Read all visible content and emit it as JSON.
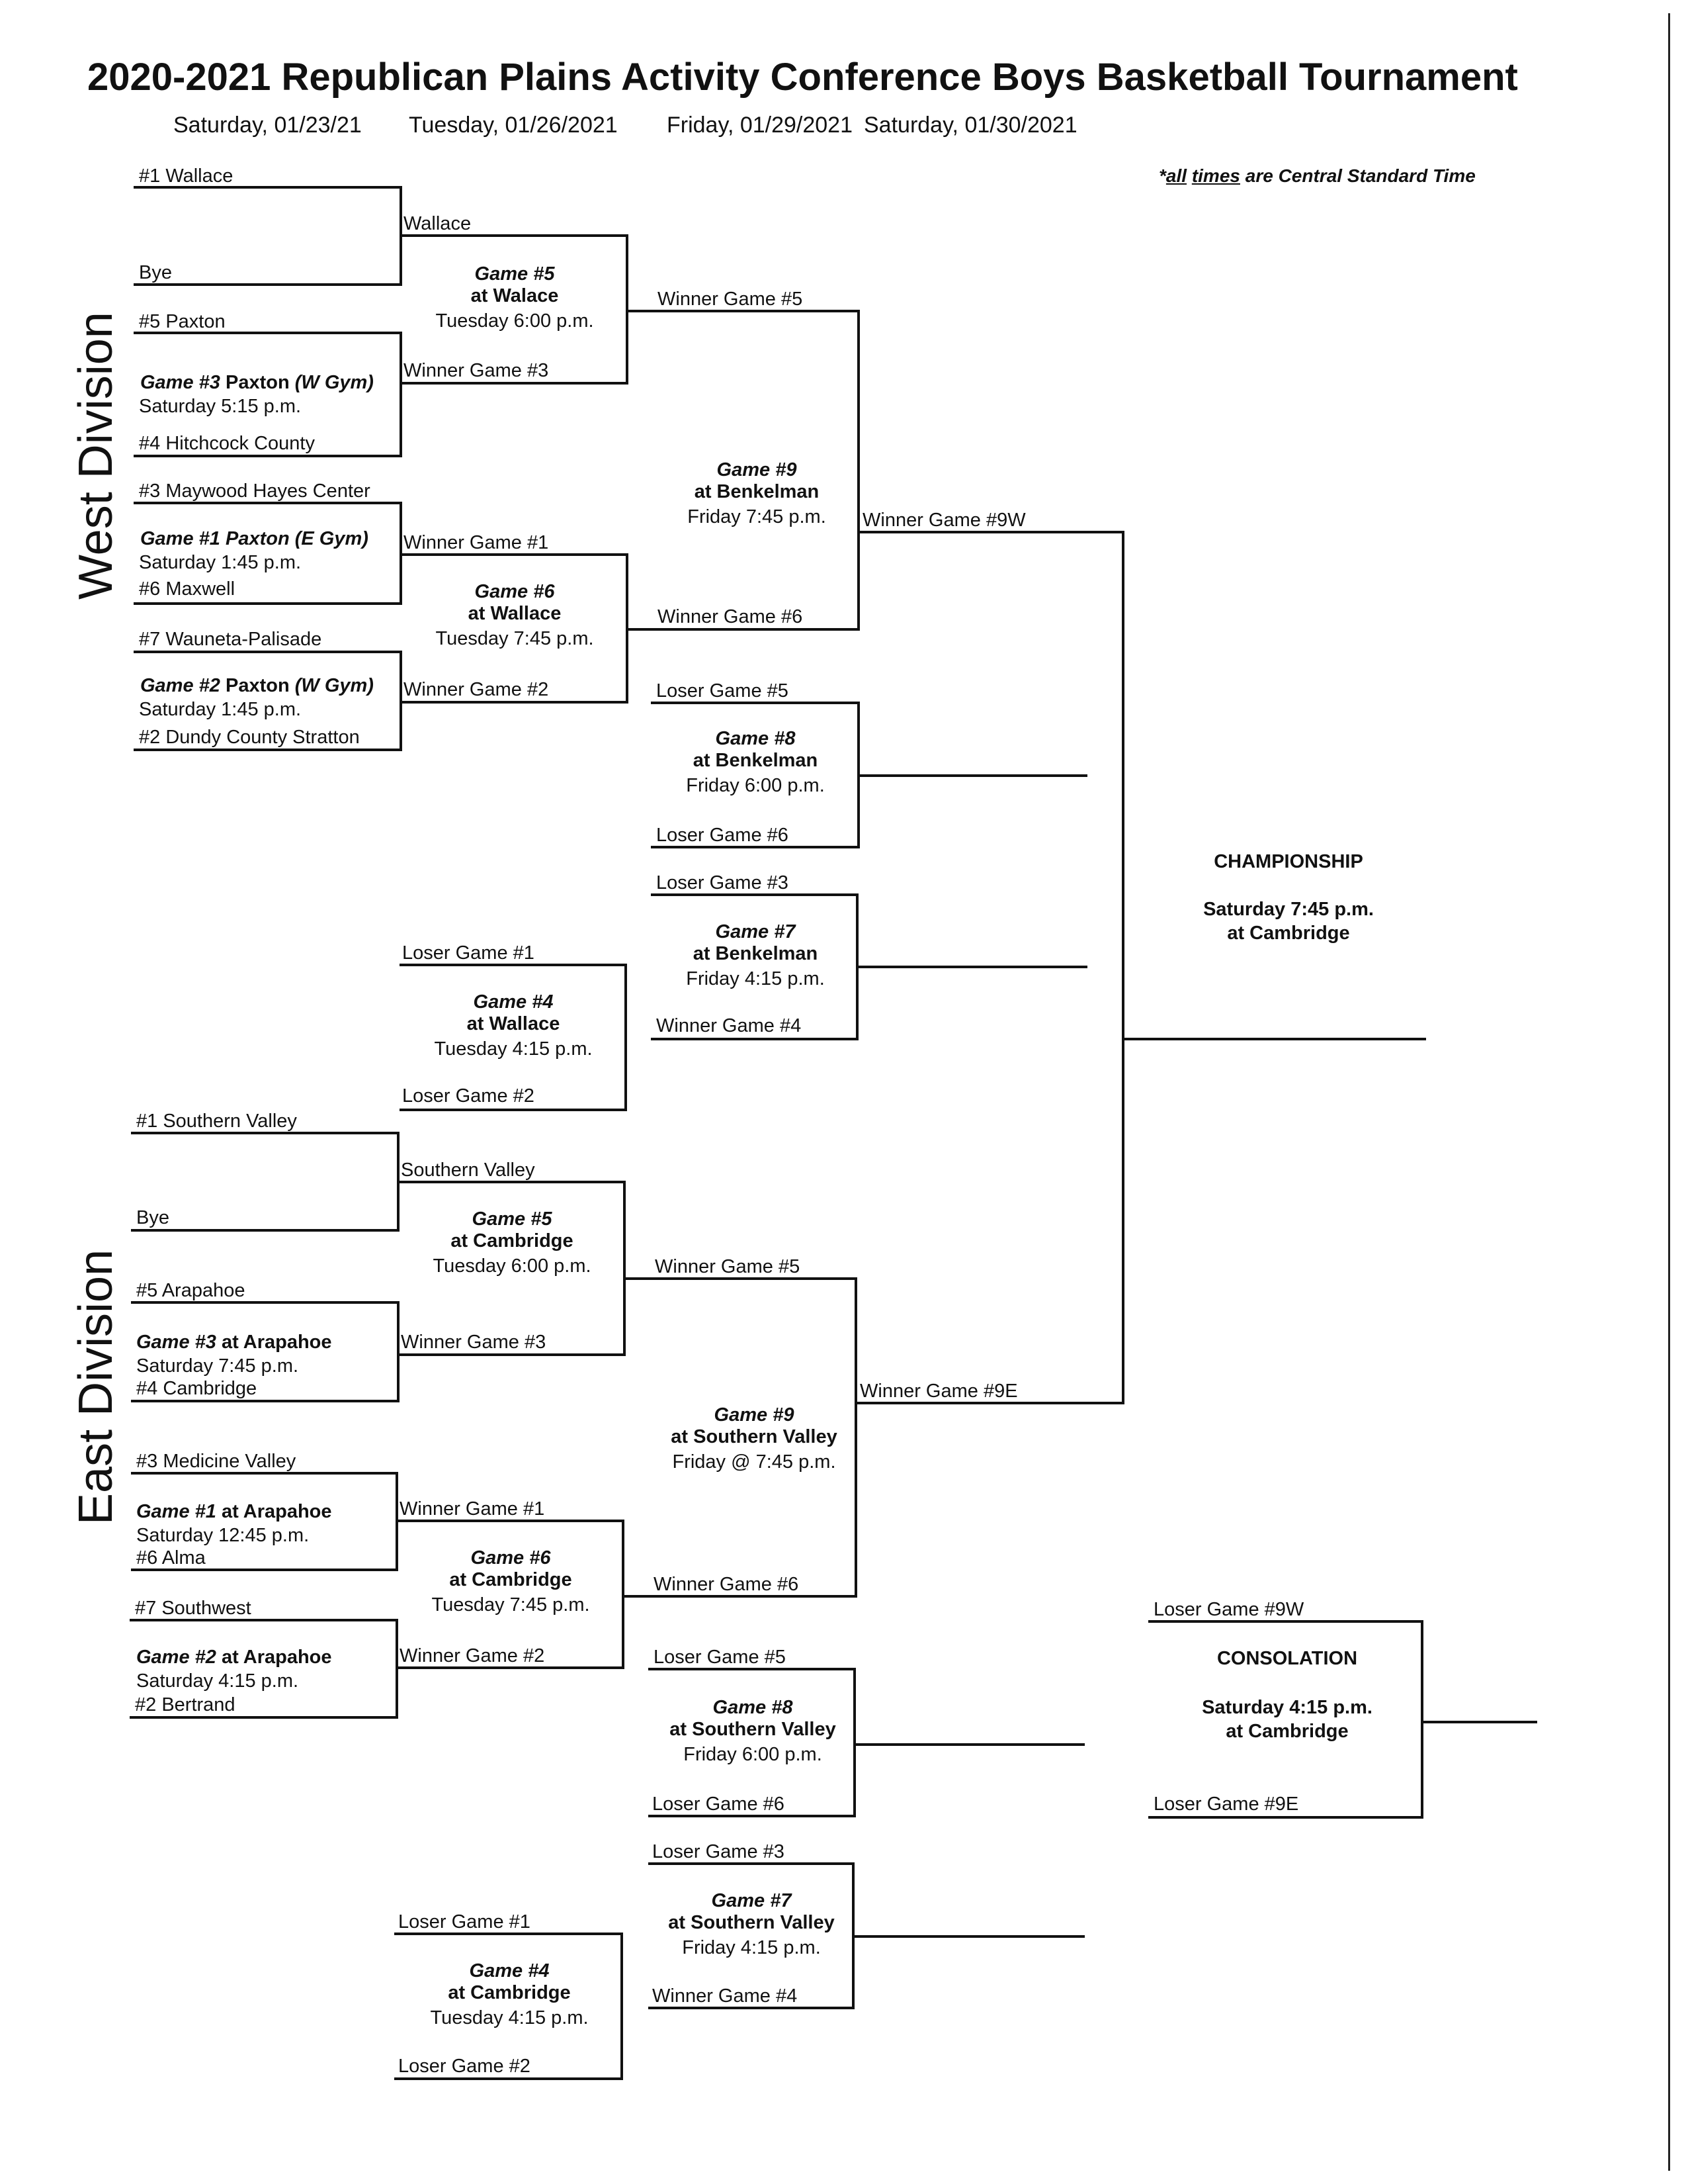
{
  "title": "2020-2021 Republican Plains Activity Conference Boys Basketball Tournament",
  "dates": [
    "Saturday, 01/23/21",
    "Tuesday, 01/26/2021",
    "Friday, 01/29/2021",
    "Saturday, 01/30/2021"
  ],
  "time_note": {
    "prefix": "*",
    "w1": "all",
    "w2": "times",
    "rest": " are Central Standard Time"
  },
  "west": {
    "division": "West Division",
    "r1": {
      "t1": "#1 Wallace",
      "t2": "Bye",
      "t3": "#5 Paxton",
      "g3_name": "Game #3",
      "g3_site": " Paxton ",
      "g3_gym": "(W Gym)",
      "g3_time": "Saturday  5:15 p.m.",
      "t4": "#4 Hitchcock County",
      "t5": "#3 Maywood Hayes Center",
      "g1_name": "Game #1",
      "g1_site": " Paxton (E Gym)",
      "g1_time": "Saturday  1:45 p.m.",
      "t6": "#6 Maxwell",
      "t7": "#7 Wauneta-Palisade",
      "g2_name": "Game #2",
      "g2_site": " Paxton ",
      "g2_gym": "(W Gym)",
      "g2_time": "Saturday  1:45 p.m.",
      "t8": "#2 Dundy County Stratton"
    },
    "r2": {
      "w1": "Wallace",
      "g5_name": "Game #5",
      "g5_site": "at Walace",
      "g5_time": "Tuesday  6:00 p.m.",
      "w3": "Winner Game #3",
      "wg1": "Winner Game #1",
      "g6_name": "Game #6",
      "g6_site": "at Wallace",
      "g6_time": "Tuesday  7:45 p.m.",
      "wg2": "Winner Game #2",
      "lg1": "Loser Game #1",
      "g4_name": "Game #4",
      "g4_site": "at Wallace",
      "g4_time": "Tuesday  4:15 p.m.",
      "lg2": "Loser Game #2"
    },
    "r3": {
      "wg5": "Winner Game #5",
      "g9_name": "Game #9",
      "g9_site": "at Benkelman",
      "g9_time": "Friday  7:45 p.m.",
      "wg6": "Winner Game #6",
      "lg5": "Loser Game #5",
      "g8_name": "Game #8",
      "g8_site": "at Benkelman",
      "g8_time": "Friday  6:00 p.m.",
      "lg6": "Loser Game #6",
      "lg3": "Loser Game #3",
      "g7_name": "Game #7",
      "g7_site": "at Benkelman",
      "g7_time": "Friday  4:15 p.m.",
      "wg4": "Winner Game #4"
    },
    "final": "Winner Game #9W"
  },
  "east": {
    "division": "East Division",
    "r1": {
      "t1": "#1 Southern Valley",
      "t2": "Bye",
      "t3": "#5 Arapahoe",
      "g3_name": "Game #3",
      "g3_site": " at Arapahoe",
      "g3_time": "Saturday  7:45 p.m.",
      "t4": "#4 Cambridge",
      "t5": "#3 Medicine Valley",
      "g1_name": "Game #1",
      "g1_site": " at Arapahoe",
      "g1_time": "Saturday  12:45 p.m.",
      "t6": "#6 Alma",
      "t7": "#7 Southwest",
      "g2_name": "Game #2",
      "g2_site": " at Arapahoe",
      "g2_time": "Saturday  4:15 p.m.",
      "t8": "#2 Bertrand"
    },
    "r2": {
      "w1": "Southern Valley",
      "g5_name": "Game #5",
      "g5_site": "at Cambridge",
      "g5_time": "Tuesday  6:00 p.m.",
      "w3": "Winner Game #3",
      "wg1": "Winner Game #1",
      "g6_name": "Game #6",
      "g6_site": "at Cambridge",
      "g6_time": "Tuesday  7:45 p.m.",
      "wg2": "Winner Game #2",
      "lg1": "Loser Game #1",
      "g4_name": "Game #4",
      "g4_site": "at Cambridge",
      "g4_time": "Tuesday  4:15 p.m.",
      "lg2": "Loser Game #2"
    },
    "r3": {
      "wg5": "Winner Game #5",
      "g9_name": "Game #9",
      "g9_site": "at Southern Valley",
      "g9_time": "Friday @ 7:45 p.m.",
      "wg6": "Winner Game #6",
      "lg5": "Loser Game #5",
      "g8_name": "Game #8",
      "g8_site": "at Southern Valley",
      "g8_time": "Friday  6:00 p.m.",
      "lg6": "Loser Game #6",
      "lg3": "Loser Game #3",
      "g7_name": "Game #7",
      "g7_site": "at Southern Valley",
      "g7_time": "Friday  4:15 p.m.",
      "wg4": "Winner Game #4"
    },
    "final": "Winner Game #9E"
  },
  "championship": {
    "label": "CHAMPIONSHIP",
    "time": "Saturday 7:45 p.m.",
    "site": "at Cambridge"
  },
  "consolation": {
    "top": "Loser Game #9W",
    "label": "CONSOLATION",
    "time": "Saturday  4:15 p.m.",
    "site": "at Cambridge",
    "bottom": "Loser Game #9E"
  }
}
